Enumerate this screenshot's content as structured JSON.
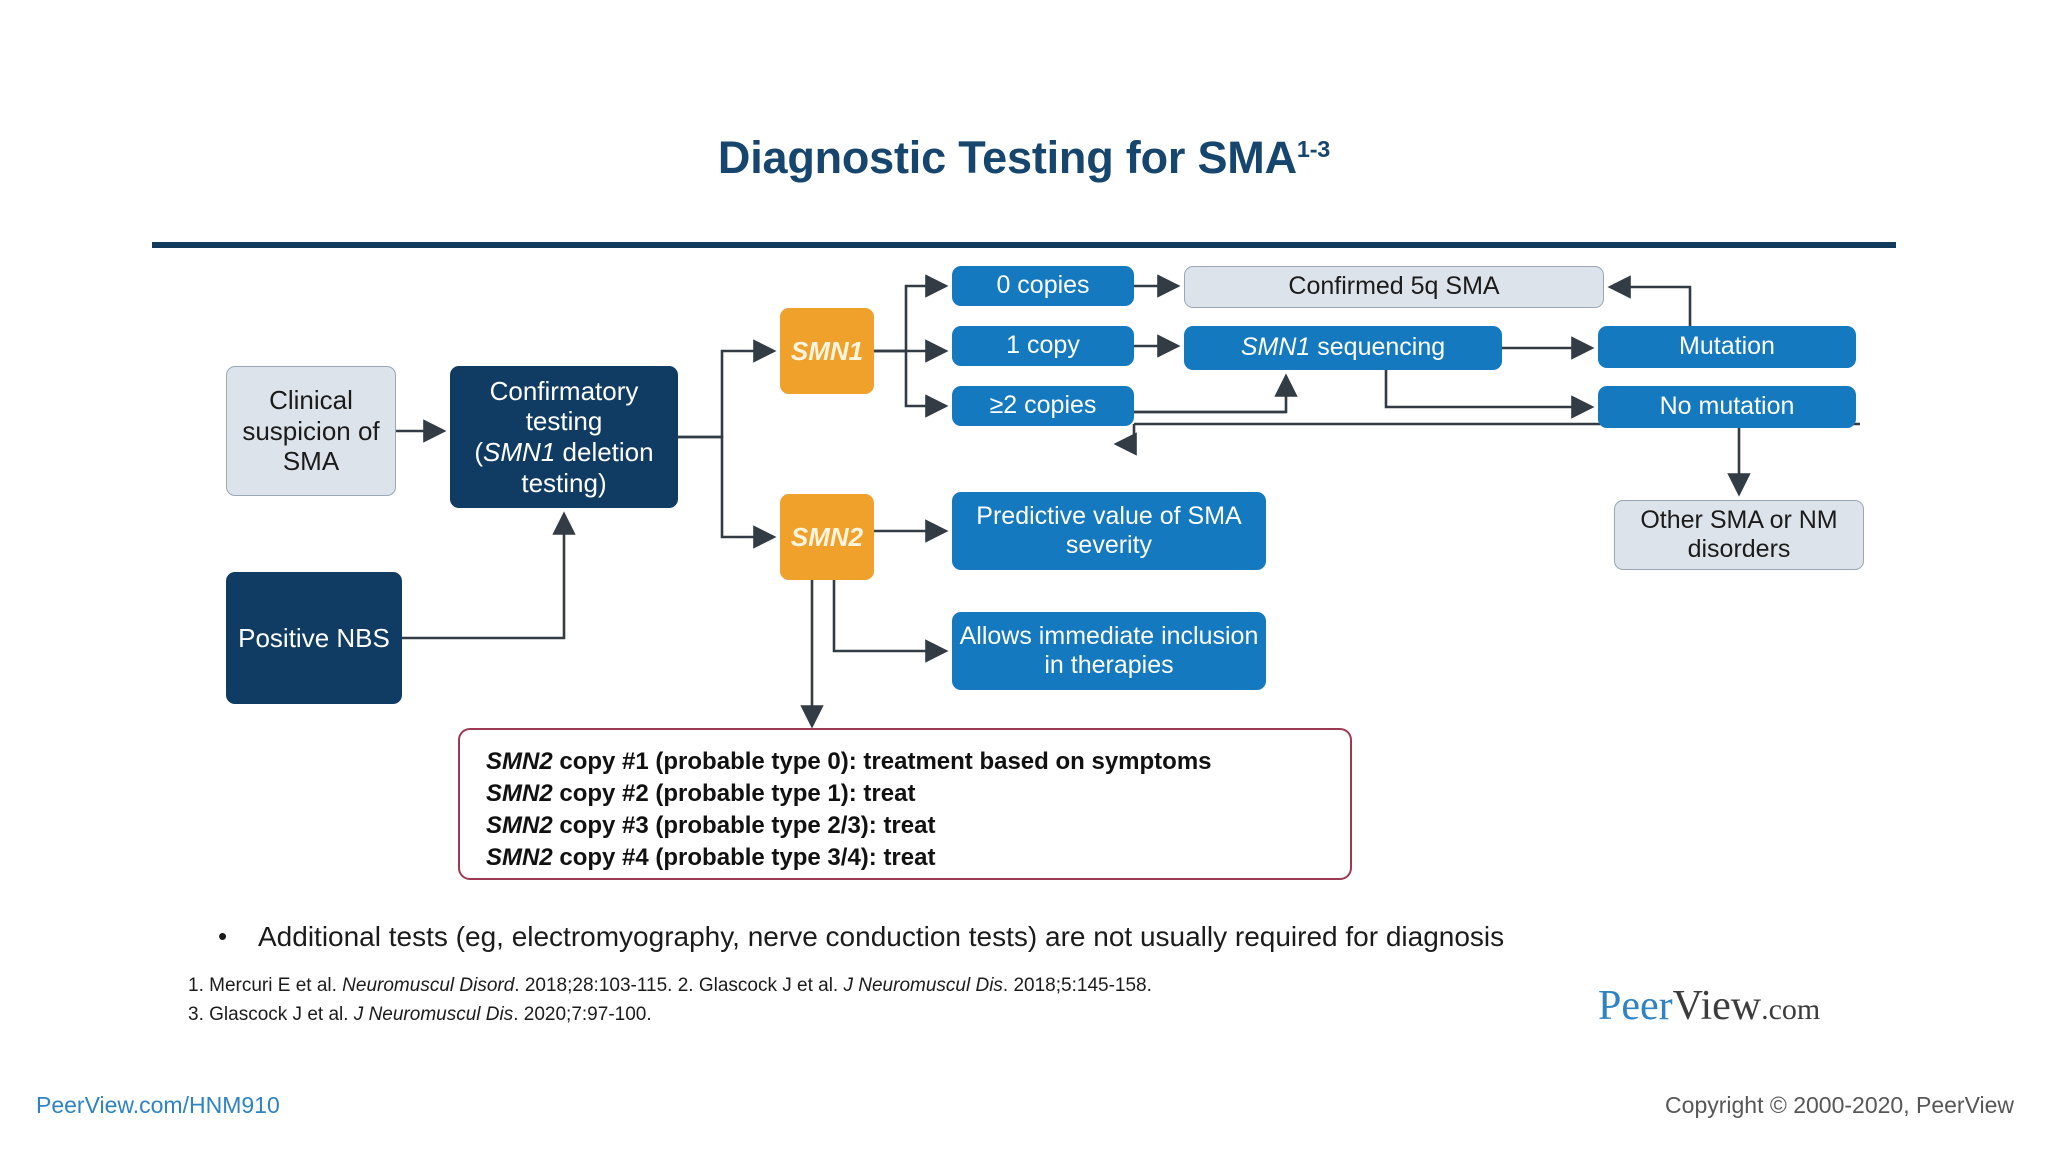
{
  "slide": {
    "title_main": "Diagnostic Testing for SMA",
    "title_sup": "1-3"
  },
  "flow": {
    "clinical_suspicion": "Clinical suspicion of SMA",
    "confirmatory_line1": "Confirmatory",
    "confirmatory_line2": "testing",
    "confirmatory_gene": "SMN1",
    "confirmatory_line3_rest": " deletion",
    "confirmatory_line4": "testing)",
    "positive_nbs": "Positive NBS",
    "smn1": "SMN1",
    "smn2": "SMN2",
    "copies_0": "0 copies",
    "copies_1": "1 copy",
    "copies_2plus": "≥2 copies",
    "confirmed_5q": "Confirmed 5q SMA",
    "sequencing_gene": "SMN1",
    "sequencing_rest": " sequencing",
    "mutation": "Mutation",
    "no_mutation": "No mutation",
    "other_disorders": "Other SMA or NM disorders",
    "predictive_value": "Predictive value of SMA severity",
    "allows_inclusion": "Allows immediate inclusion in therapies"
  },
  "note": {
    "gene": "SMN2",
    "lines": [
      " copy #1 (probable type 0): treatment based on symptoms",
      " copy #2 (probable type 1): treat",
      " copy #3 (probable type 2/3): treat",
      " copy #4 (probable type 3/4): treat"
    ]
  },
  "bullet": {
    "marker": "•",
    "text": "Additional tests (eg, electromyography, nerve conduction tests) are not usually required for diagnosis"
  },
  "references": {
    "line1_a": "1. Mercuri E et al. ",
    "line1_journal1": "Neuromuscul Disord",
    "line1_b": ". 2018;28:103-115. 2. Glascock J et al. ",
    "line1_journal2": "J Neuromuscul Dis",
    "line1_c": ". 2018;5:145-158.",
    "line2_a": "3. Glascock J et al. ",
    "line2_journal": "J Neuromuscul Dis",
    "line2_b": ". 2020;7:97-100."
  },
  "logo": {
    "peer": "Peer",
    "view": "View",
    "com": ".com"
  },
  "footer": {
    "left": "PeerView.com/HNM910",
    "right": "Copyright © 2000-2020, PeerView"
  },
  "colors": {
    "navy": "#103C63",
    "blue": "#1479BE",
    "orange": "#EFA12B",
    "grey_box": "#DCE3EA",
    "note_border": "#9C3A55",
    "title": "#16456E",
    "link": "#2E83C4"
  }
}
